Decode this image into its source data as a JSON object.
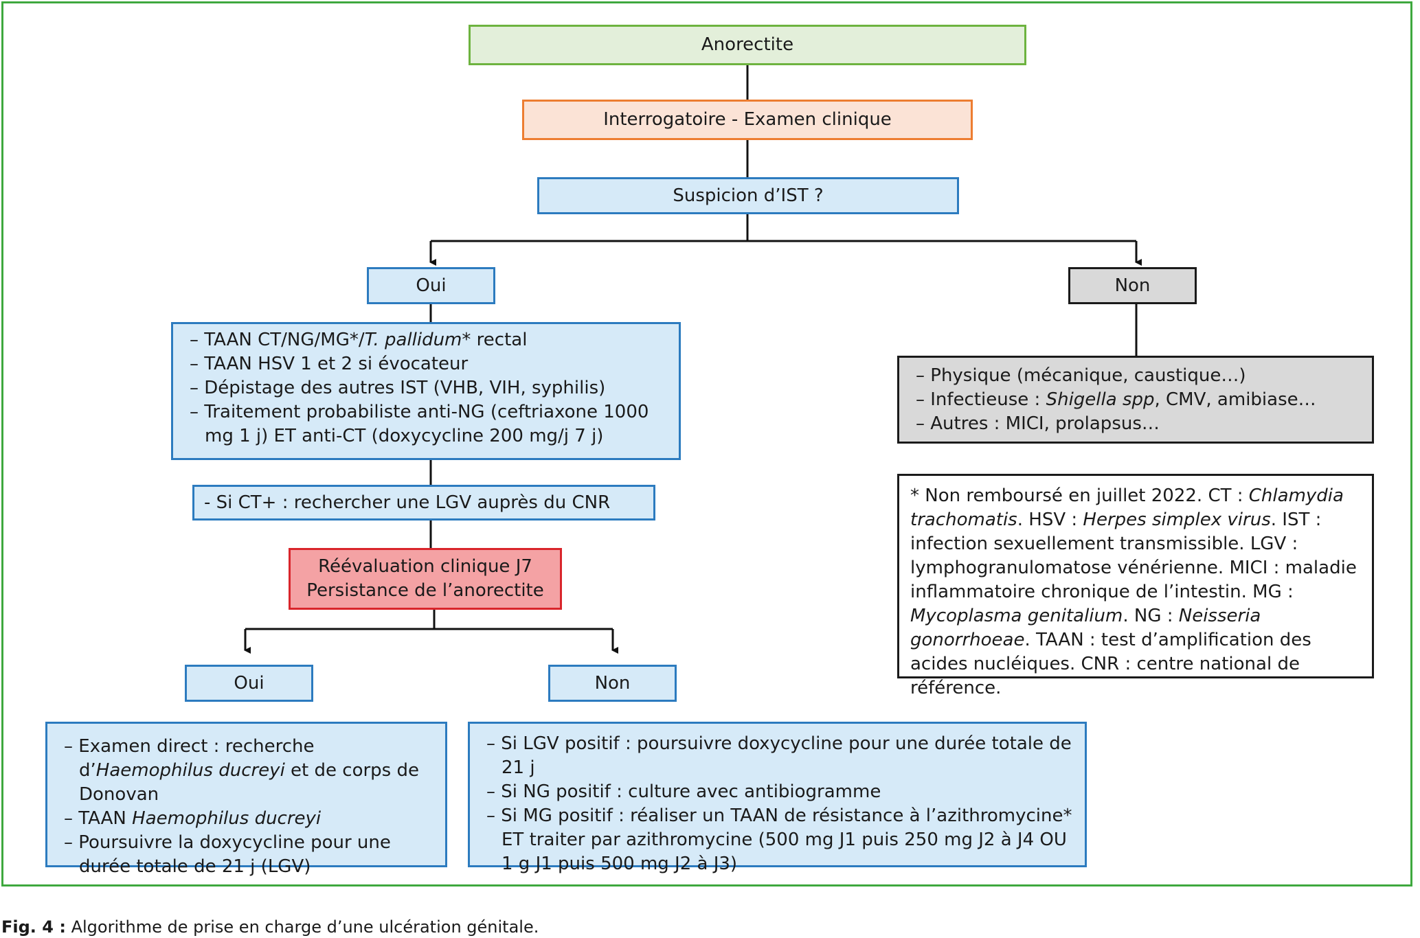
{
  "nodes": {
    "start": "Anorectite",
    "exam": "Interrogatoire - Examen clinique",
    "question": "Suspicion d’IST ?",
    "oui1": "Oui",
    "non1": "Non",
    "oui2": "Oui",
    "non2": "Non",
    "reeval_line1": "Réévaluation clinique J7",
    "reeval_line2": "Persistance de l’anorectite",
    "ct_plus": "- Si CT+ : rechercher une LGV auprès du CNR"
  },
  "oui_actions": {
    "item1_a": "TAAN CT/NG/MG*/",
    "item1_b": "T. pallidum",
    "item1_c": "* rectal",
    "item2": "TAAN HSV 1 et 2 si évocateur",
    "item3": "Dépistage des autres IST (VHB, VIH, syphilis)",
    "item4": "Traitement probabiliste anti-NG (ceftriaxone 1000 mg 1 j) ET anti-CT (doxycycline 200 mg/j 7 j)"
  },
  "non_causes": {
    "item1": "Physique (mécanique, caustique…)",
    "item2_a": "Infectieuse : ",
    "item2_b": "Shigella spp",
    "item2_c": ", CMV, amibiase…",
    "item3": "Autres : MICI, prolapsus…"
  },
  "oui2_actions": {
    "item1_a": "Examen direct : recherche d’",
    "item1_b": "Haemophilus ducreyi",
    "item1_c": " et de corps de Donovan",
    "item2_a": "TAAN ",
    "item2_b": "Haemophilus ducreyi",
    "item3": "Poursuivre la doxycycline pour une durée totale de 21 j (LGV)"
  },
  "non2_actions": {
    "item1": "Si LGV positif : poursuivre doxycycline pour une durée totale de 21 j",
    "item2": "Si NG positif : culture avec antibiogramme",
    "item3": "Si MG positif : réaliser un TAAN de résistance à l’azithromycine* ET traiter par azithromycine (500 mg J1 puis 250 mg J2 à J4 OU 1 g J1 puis 500 mg J2 à J3)"
  },
  "legend": {
    "p1": "* Non remboursé en juillet 2022. CT : ",
    "i1": "Chlamydia trachomatis",
    "p2": ". HSV : ",
    "i2": "Herpes simplex virus",
    "p3": ". IST : infection sexuellement transmissible. LGV : lymphogranulomatose vénérienne. MICI : maladie inflammatoire chronique de l’intestin. MG : ",
    "i3": "Mycoplasma genitalium",
    "p4": ". NG : ",
    "i4": "Neisseria gonorrhoeae",
    "p5": ". TAAN : test d’amplification des acides nucléiques. CNR : centre national de référence."
  },
  "caption": {
    "label": "Fig. 4 :",
    "text": " Algorithme de prise en charge d’une ulcération génitale."
  },
  "colors": {
    "frame": "#3ea83e",
    "blue_fill": "#d6eaf8",
    "blue_border": "#2c7bbf",
    "green_fill": "#e3efda",
    "orange_fill": "#fbe3d6",
    "orange_border": "#ed7d31",
    "grey_fill": "#d9d9d9",
    "red_fill": "#f4a2a4",
    "red_border": "#d9252b"
  }
}
